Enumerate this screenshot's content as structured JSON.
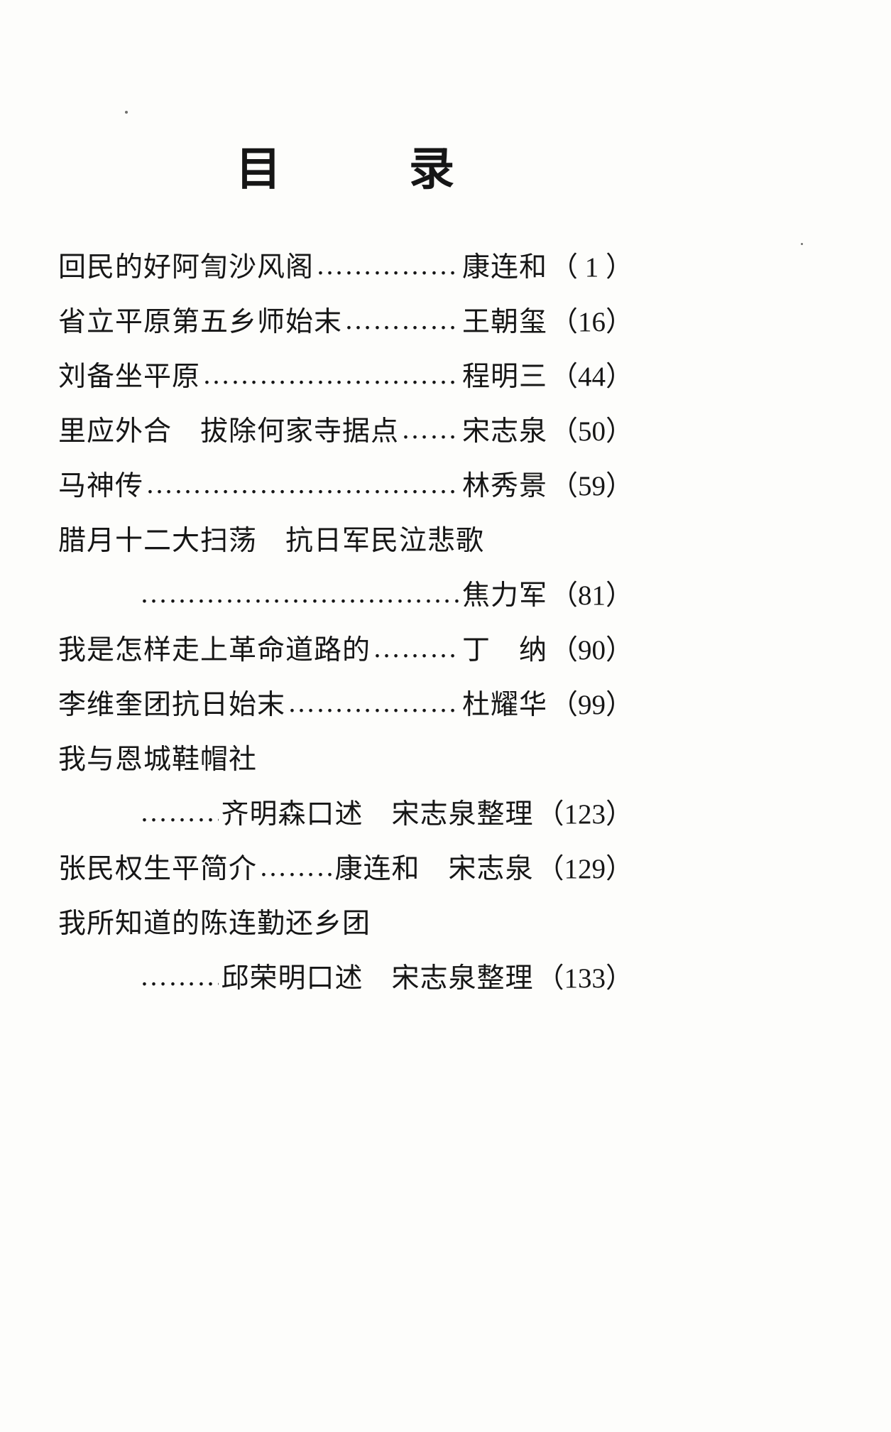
{
  "title": {
    "left": "目",
    "right": "录"
  },
  "leader_fill": "………………………………………………………………………………………………",
  "lines": [
    {
      "title": "回民的好阿訇沙风阁",
      "author": "康连和",
      "page": "（ 1 ）"
    },
    {
      "title": "省立平原第五乡师始末",
      "author": "王朝玺",
      "page": "（16）"
    },
    {
      "title": "刘备坐平原",
      "author": "程明三",
      "page": "（44）"
    },
    {
      "title": "里应外合　拔除何家寺据点",
      "author": "宋志泉",
      "page": "（50）"
    },
    {
      "title": "马神传",
      "author": "林秀景",
      "page": "（59）"
    },
    {
      "title": "腊月十二大扫荡　抗日军民泣悲歌"
    },
    {
      "author": "焦力军",
      "page": "（81）"
    },
    {
      "title": "我是怎样走上革命道路的",
      "author": "丁　纳",
      "page": "（90）"
    },
    {
      "title": "李维奎团抗日始末",
      "author": "杜耀华",
      "page": "（99）"
    },
    {
      "title": "我与恩城鞋帽社"
    },
    {
      "author": "齐明森口述　宋志泉整理",
      "page": "（123）"
    },
    {
      "title": "张民权生平简介",
      "author": "康连和　宋志泉",
      "page": "（129）"
    },
    {
      "title": "我所知道的陈连勤还乡团"
    },
    {
      "author": "邱荣明口述　宋志泉整理",
      "page": "（133）"
    }
  ]
}
